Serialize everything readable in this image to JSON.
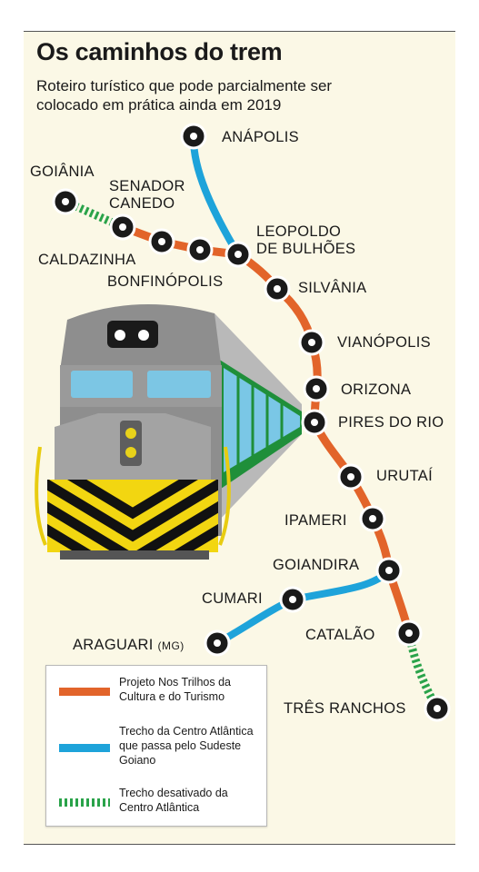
{
  "title": "Os caminhos do trem",
  "subtitle": "Roteiro turístico que pode parcialmente ser colocado em prática ainda em 2019",
  "colors": {
    "orange_route": "#e2642a",
    "blue_route": "#1ea3da",
    "green_dashed": "#2aa34a",
    "station_fill": "#1a1a1a"
  },
  "stations": {
    "anapolis": "ANÁPOLIS",
    "goiania": "GOIÂNIA",
    "senador_canedo_1": "SENADOR",
    "senador_canedo_2": "CANEDO",
    "caldazinha": "CALDAZINHA",
    "bonfinopolis": "BONFINÓPOLIS",
    "leopoldo_1": "LEOPOLDO",
    "leopoldo_2": "DE BULHÕES",
    "silvania": "SILVÂNIA",
    "vianopolis": "VIANÓPOLIS",
    "orizona": "ORIZONA",
    "pires_do_rio": "PIRES DO RIO",
    "urutai": "URUTAÍ",
    "ipameri": "IPAMERI",
    "goiandira": "GOIANDIRA",
    "cumari": "CUMARI",
    "catalao": "CATALÃO",
    "araguari": "ARAGUARI",
    "araguari_state": "(MG)",
    "tres_ranchos": "TRÊS RANCHOS"
  },
  "legend": [
    {
      "text": "Projeto Nos Trilhos da Cultura e do Turismo",
      "style": "orange"
    },
    {
      "text": "Trecho da Centro Atlântica que passa pelo Sudeste Goiano",
      "style": "blue"
    },
    {
      "text": "Trecho desativado da Centro Atlântica",
      "style": "green-dashed"
    }
  ]
}
